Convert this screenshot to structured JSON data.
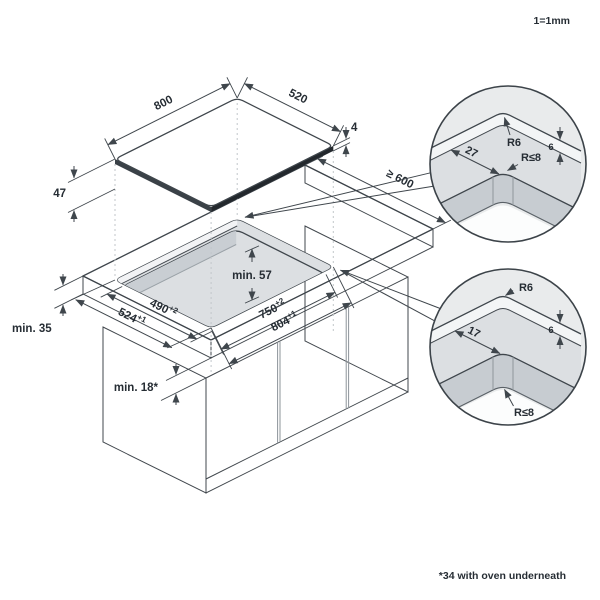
{
  "drawing": {
    "scale_note": "1=1mm",
    "footnote": "*34 with oven underneath",
    "cooktop": {
      "length": "800",
      "depth": "520",
      "edge_height": "4",
      "total_height": "47"
    },
    "worktop": {
      "min_depth": "≥ 600",
      "min_thickness": "min. 35",
      "clearance_below": "min. 57",
      "clearance_under_worktop": "min. 18*"
    },
    "cutout": {
      "inner_length": {
        "value": "750",
        "tolerance": "+2"
      },
      "outer_length": {
        "value": "804",
        "tolerance": "+1"
      },
      "inner_depth": {
        "value": "490",
        "tolerance": "+2"
      },
      "outer_depth": {
        "value": "524",
        "tolerance": "+1"
      }
    },
    "detail_top": {
      "outer_radius": "R6",
      "ledge_width": "27",
      "inner_radius": "R≤8",
      "rebate_depth": "6"
    },
    "detail_bottom": {
      "outer_radius": "R6",
      "ledge_width": "17",
      "inner_radius": "R≤8",
      "rebate_depth": "6"
    },
    "colors": {
      "line": "#3f464c",
      "text": "#262d34",
      "worktop_surface": "#e9ebec",
      "ledge": "#dcdfe2",
      "wall": "#c7ccd1",
      "glass_edge": "#23282d"
    }
  }
}
